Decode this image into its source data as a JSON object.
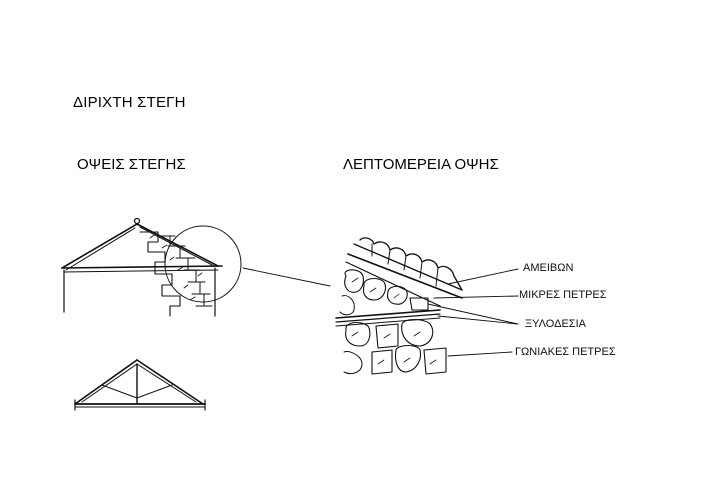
{
  "title": "ΔΙΡΙΧΤΗ ΣΤΕΓΗ",
  "sections": {
    "left_heading": "ΟΨΕΙΣ ΣΤΕΓΗΣ",
    "right_heading": "ΛΕΠΤΟΜΕΡΕΙΑ ΟΨΗΣ"
  },
  "callouts": [
    {
      "label": "ΑΜΕΙΒΩΝ"
    },
    {
      "label": "ΜΙΚΡΕΣ ΠΕΤΡΕΣ"
    },
    {
      "label": "ΞΥΛΟΔΕΣΙΑ"
    },
    {
      "label": "ΓΩΝΙΑΚΕΣ ΠΕΤΡΕΣ"
    }
  ],
  "colors": {
    "ink": "#111111",
    "background": "#ffffff"
  }
}
